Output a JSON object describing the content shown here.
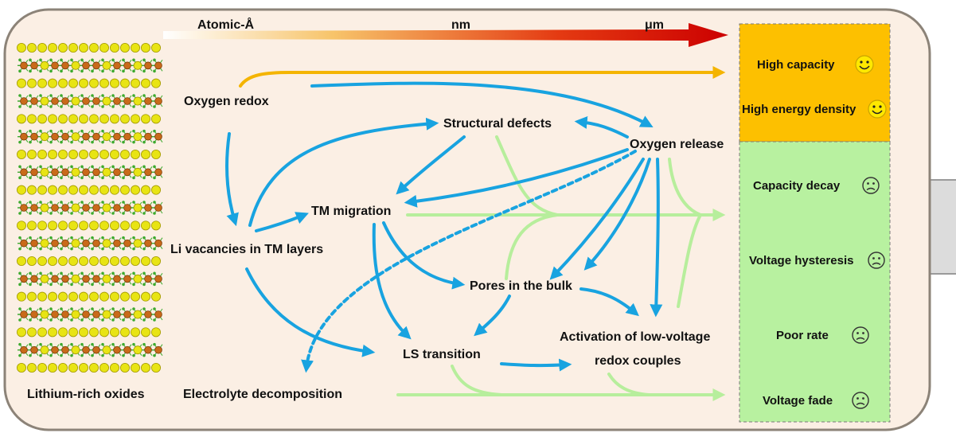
{
  "diagram": {
    "scale_bar": {
      "labels": [
        "Atomic-Å",
        "nm",
        "μm"
      ]
    },
    "structure_caption": "Lithium-rich oxides",
    "nodes": {
      "oxygen_redox": "Oxygen redox",
      "structural_defects": "Structural defects",
      "oxygen_release": "Oxygen release",
      "tm_migration": "TM migration",
      "li_vacancies": "Li vacancies in TM layers",
      "pores": "Pores in the bulk",
      "activation_line1": "Activation of low-voltage",
      "activation_line2": "redox couples",
      "ls_transition": "LS transition",
      "electrolyte": "Electrolyte decomposition"
    },
    "outcomes": {
      "positive": [
        {
          "label": "High capacity",
          "icon": "smiley-happy-icon"
        },
        {
          "label": "High energy density",
          "icon": "smiley-happy-icon"
        }
      ],
      "negative": [
        {
          "label": "Capacity decay",
          "icon": "smiley-sad-icon"
        },
        {
          "label": "Voltage hysteresis",
          "icon": "smiley-sad-icon"
        },
        {
          "label": "Poor rate",
          "icon": "smiley-sad-icon"
        },
        {
          "label": "Voltage fade",
          "icon": "smiley-sad-icon"
        }
      ]
    },
    "colors": {
      "background": "#fbefe4",
      "blue_arrow": "#18a3e0",
      "green_arrow": "#b7ee9c",
      "orange_arrow": "#f4b400",
      "positive_box": "#fdc000",
      "negative_box": "#b8f1a0",
      "scale_red": "#d30000",
      "tm_atom": "#c96a1a",
      "li_atom": "#e8e414",
      "o_atom": "#3caa2e"
    }
  }
}
